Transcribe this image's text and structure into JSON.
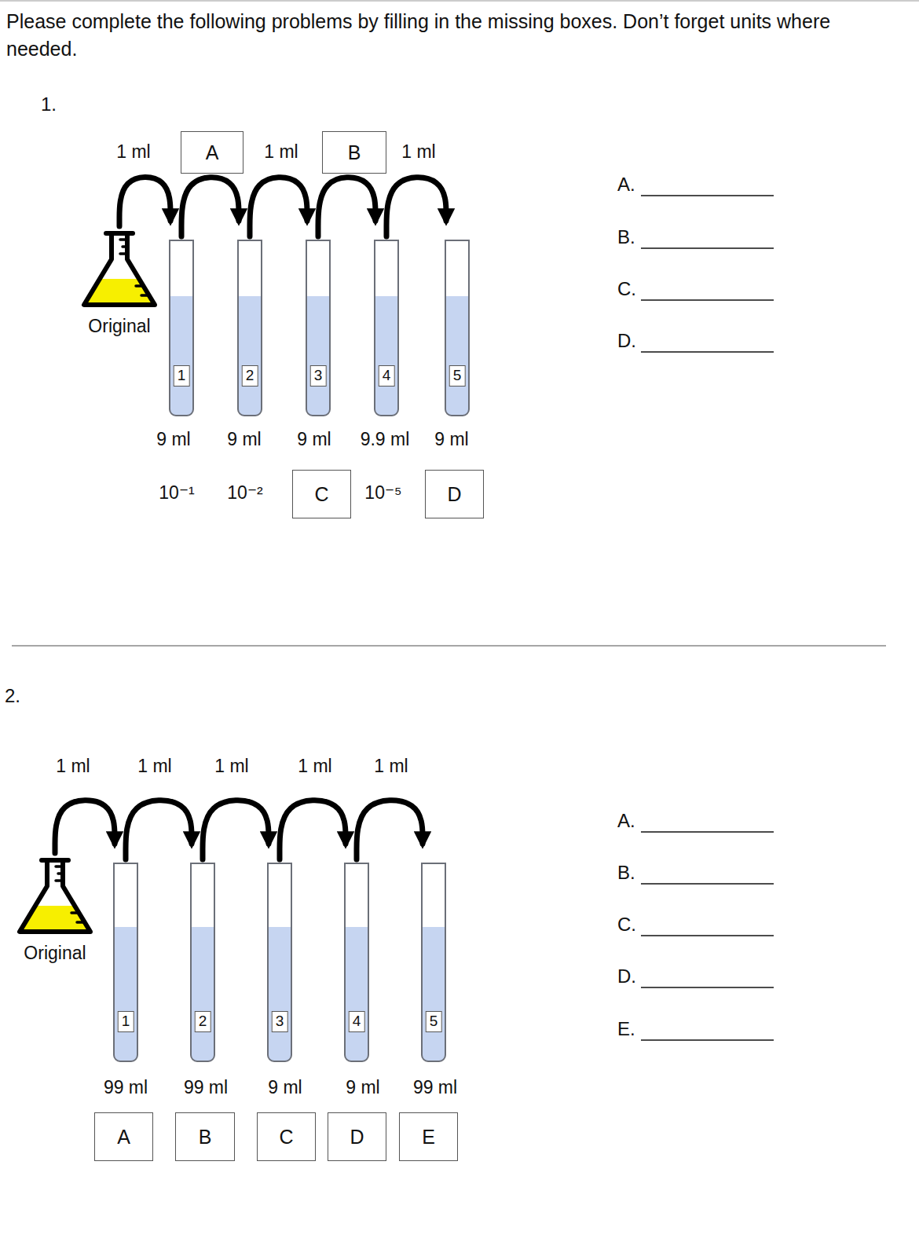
{
  "diagram": {
    "nodes": [
      {
        "text": [
          "A"
        ]
      },
      {
        "text": [
          "B"
        ]
      },
      {
        "text": [
          "Original"
        ]
      },
      {
        "text": [
          "1"
        ]
      },
      {
        "text": [
          "2"
        ]
      },
      {
        "text": [
          "3"
        ]
      },
      {
        "text": [
          "4"
        ]
      },
      {
        "text": [
          "5"
        ]
      },
      {
        "text": [
          "C"
        ]
      },
      {
        "text": [
          "D"
        ]
      },
      {
        "text": [
          "Original"
        ]
      },
      {
        "text": [
          "1"
        ]
      },
      {
        "text": [
          "2"
        ]
      },
      {
        "text": [
          "3"
        ]
      },
      {
        "text": [
          "4"
        ]
      },
      {
        "text": [
          "5"
        ]
      },
      {
        "text": [
          "A"
        ]
      },
      {
        "text": [
          "B"
        ]
      },
      {
        "text": [
          "C"
        ]
      },
      {
        "text": [
          "D"
        ]
      },
      {
        "text": [
          "E"
        ]
      }
    ],
    "edges": [
      {
        "from": 2,
        "to": 3,
        "arrow": "to",
        "label": "1 ml"
      },
      {
        "from": 3,
        "to": 4,
        "arrow": "to"
      },
      {
        "from": 4,
        "to": 5,
        "arrow": "to",
        "label": "1 ml"
      },
      {
        "from": 5,
        "to": 6,
        "arrow": "to"
      },
      {
        "from": 6,
        "to": 7,
        "arrow": "to",
        "label": "1 ml"
      },
      {
        "from": 10,
        "to": 11,
        "arrow": "to",
        "label": "1 ml"
      },
      {
        "from": 11,
        "to": 12,
        "arrow": "to",
        "label": "1 ml"
      },
      {
        "from": 12,
        "to": 13,
        "arrow": "to",
        "label": "1 ml"
      },
      {
        "from": 13,
        "to": 14,
        "arrow": "to",
        "label": "1 ml"
      },
      {
        "from": 14,
        "to": 15,
        "arrow": "to",
        "label": "1 ml"
      }
    ],
    "labels": [
      "Please complete the following problems by filling in the missing boxes. Don’t forget units where needed.",
      "1.",
      "A.",
      "B.",
      "C.",
      "D.",
      "9 ml",
      "9 ml",
      "9 ml",
      "9.9 ml",
      "9 ml",
      "10⁻¹",
      "10⁻²",
      "10⁻⁵",
      "2.",
      "A.",
      "B.",
      "C.",
      "D.",
      "E.",
      "99 ml",
      "99 ml",
      "9 ml",
      "9 ml",
      "99 ml"
    ]
  }
}
